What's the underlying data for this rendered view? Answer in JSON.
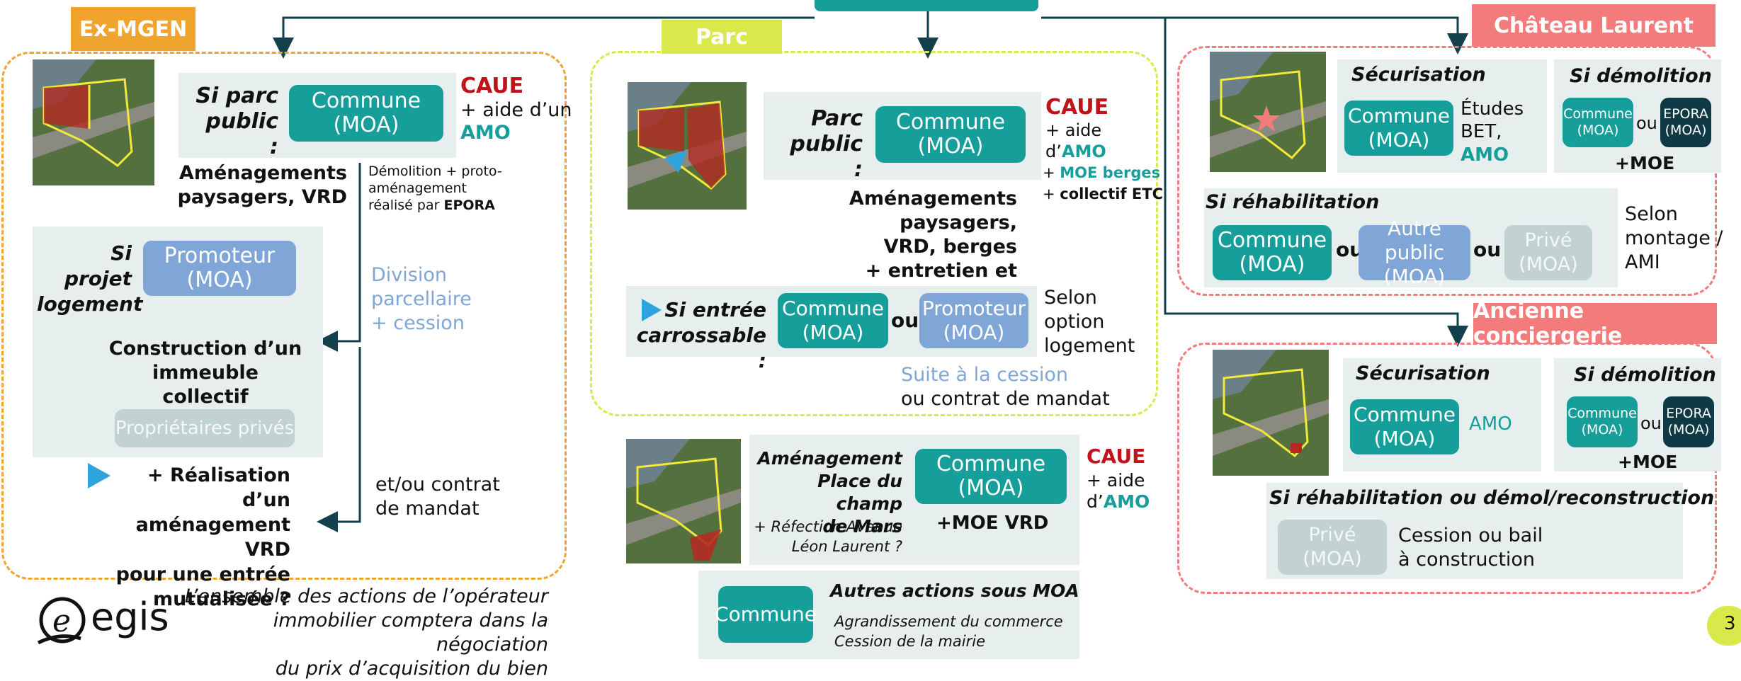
{
  "colors": {
    "teal": "#169e9a",
    "orange_label": "#f0a42e",
    "lime_label": "#d9e84a",
    "salmon_label": "#f47b7b",
    "dark_line": "#13404d",
    "caue_red": "#c0141c",
    "promoteur_blue": "#7fa6d6",
    "box_grey": "#e6eeee"
  },
  "labels": {
    "ex_mgen": "Ex-MGEN",
    "parc": "Parc",
    "chateau": "Château Laurent",
    "conciergerie": "Ancienne conciergerie"
  },
  "exmgen": {
    "si_parc_public": "Si parc\npublic :",
    "commune_moa": "Commune\n(MOA)",
    "caue": "CAUE",
    "aide": "+ aide d’un",
    "amo": "AMO",
    "amenagements": "Aménagements\npaysagers, VRD",
    "demolition_note": "Démolition + proto-\naménagement\nréalisé par ",
    "epora": "EPORA",
    "si_projet": "Si projet\nlogement",
    "promoteur": "Promoteur\n(MOA)",
    "division": "Division\nparcellaire\n+ cession",
    "construction": "Construction d’un\nimmeuble collectif",
    "proprietaires": "Propriétaires privés",
    "realisation": "+ Réalisation d’un\naménagement VRD\npour une entrée\nmutualisée ?",
    "contrat": "et/ou contrat\nde mandat"
  },
  "parc": {
    "parc_public": "Parc\npublic :",
    "commune_moa": "Commune\n(MOA)",
    "caue": "CAUE",
    "aide_1": "+ aide",
    "aide_2": "d’",
    "amo": "AMO",
    "moe_berges_prefix": "+ ",
    "moe_berges": "MOE berges",
    "collectif_prefix": "+ ",
    "collectif": "collectif ETC",
    "amenagements": "Aménagements paysagers,\nVRD, berges\n+ entretien et maintenance",
    "si_entree": "Si entrée\ncarrossable :",
    "commune2": "Commune\n(MOA)",
    "ou": "ou",
    "promoteur": "Promoteur\n(MOA)",
    "selon": "Selon\noption\nlogement",
    "suite": "Suite à la cession",
    "contrat": "ou contrat de mandat"
  },
  "place": {
    "title": "Aménagement\nPlace du champ\nde Mars",
    "sub": "+ Réfection Avenue\nLéon Laurent ?",
    "commune_moa": "Commune\n(MOA)",
    "moe_vrd": "+MOE VRD",
    "caue": "CAUE",
    "aide_1": "+ aide",
    "aide_2": "d’",
    "amo": "AMO"
  },
  "autres": {
    "commune": "Commune",
    "title": "Autres actions sous MOA",
    "lines": "Agrandissement du commerce\nCession de la mairie"
  },
  "chateau": {
    "securisation": "Sécurisation",
    "commune_moa": "Commune\n(MOA)",
    "etudes": "Études\nBET,",
    "amo": "AMO",
    "si_demolition": "Si démolition",
    "commune_small": "Commune\n(MOA)",
    "ou": "ou",
    "epora": "EPORA\n(MOA)",
    "moe": "+MOE",
    "si_rehab": "Si réhabilitation",
    "commune2": "Commune\n(MOA)",
    "ou1": "ou",
    "autre_public": "Autre public\n(MOA)",
    "ou2": "ou",
    "prive": "Privé\n(MOA)",
    "selon": "Selon\nmontage /\nAMI"
  },
  "conciergerie": {
    "securisation": "Sécurisation",
    "commune_moa": "Commune\n(MOA)",
    "amo": "AMO",
    "si_demolition": "Si démolition",
    "commune_small": "Commune\n(MOA)",
    "ou": "ou",
    "epora": "EPORA\n(MOA)",
    "moe": "+MOE",
    "si_rehab": "Si réhabilitation ou démol/reconstruction",
    "prive": "Privé\n(MOA)",
    "cession": "Cession ou bail\nà construction"
  },
  "footer": {
    "logo": "egis",
    "note": "L’ensemble des actions de l’opérateur\nimmobilier comptera dans la négociation\ndu prix d’acquisition du bien",
    "page": "3"
  }
}
